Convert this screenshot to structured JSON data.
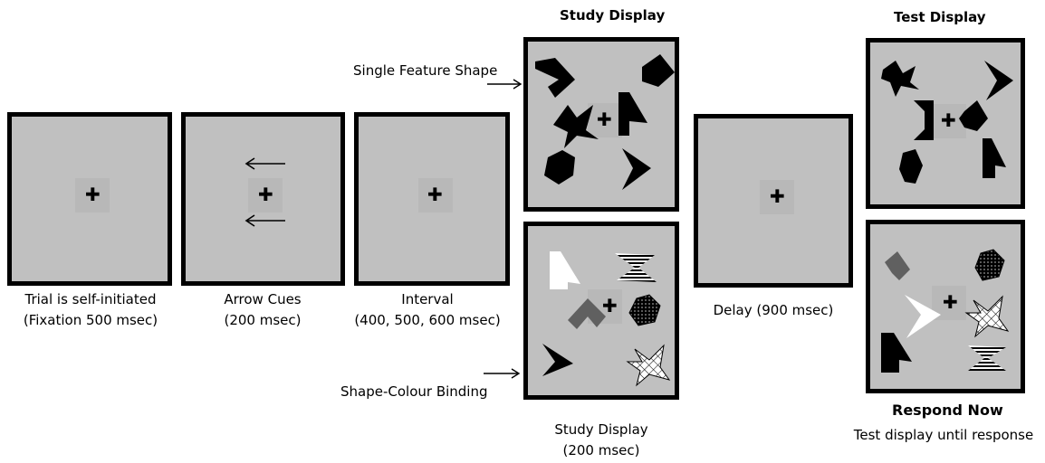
{
  "panels": {
    "fixation": {
      "caption_line1": "Trial is self-initiated",
      "caption_line2": "(Fixation 500 msec)"
    },
    "arrow_cues": {
      "caption_line1": "Arrow Cues",
      "caption_line2": "(200 msec)"
    },
    "interval": {
      "caption_line1": "Interval",
      "caption_line2": "(400, 500, 600 msec)"
    },
    "study": {
      "title": "Study Display",
      "single_feature_label": "Single Feature Shape",
      "binding_label": "Shape-Colour Binding",
      "caption_line1": "Study Display",
      "caption_line2": "(200 msec)"
    },
    "delay": {
      "caption": "Delay (900 msec)"
    },
    "test": {
      "title": "Test Display",
      "respond": "Respond Now",
      "caption": "Test display until response"
    }
  },
  "fixation_symbol": "✚",
  "colors": {
    "panel_bg": "#c0c0c0",
    "panel_border": "#000000",
    "shape_black": "#000000",
    "shape_white": "#ffffff",
    "shape_gray": "#606060"
  }
}
